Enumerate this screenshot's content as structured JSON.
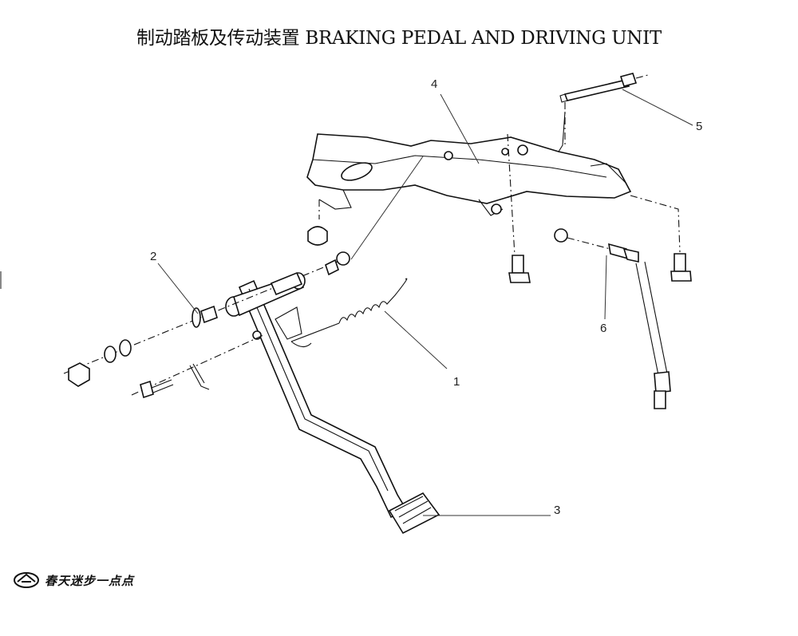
{
  "title": "制动踏板及传动装置  BRAKING PEDAL AND DRIVING UNIT",
  "callouts": {
    "c1": "1",
    "c2": "2",
    "c3": "3",
    "c4": "4",
    "c5": "5",
    "c6": "6"
  },
  "footer": {
    "logo_icon": "brand-emblem-icon",
    "slogan": "春天迷步一点点"
  }
}
